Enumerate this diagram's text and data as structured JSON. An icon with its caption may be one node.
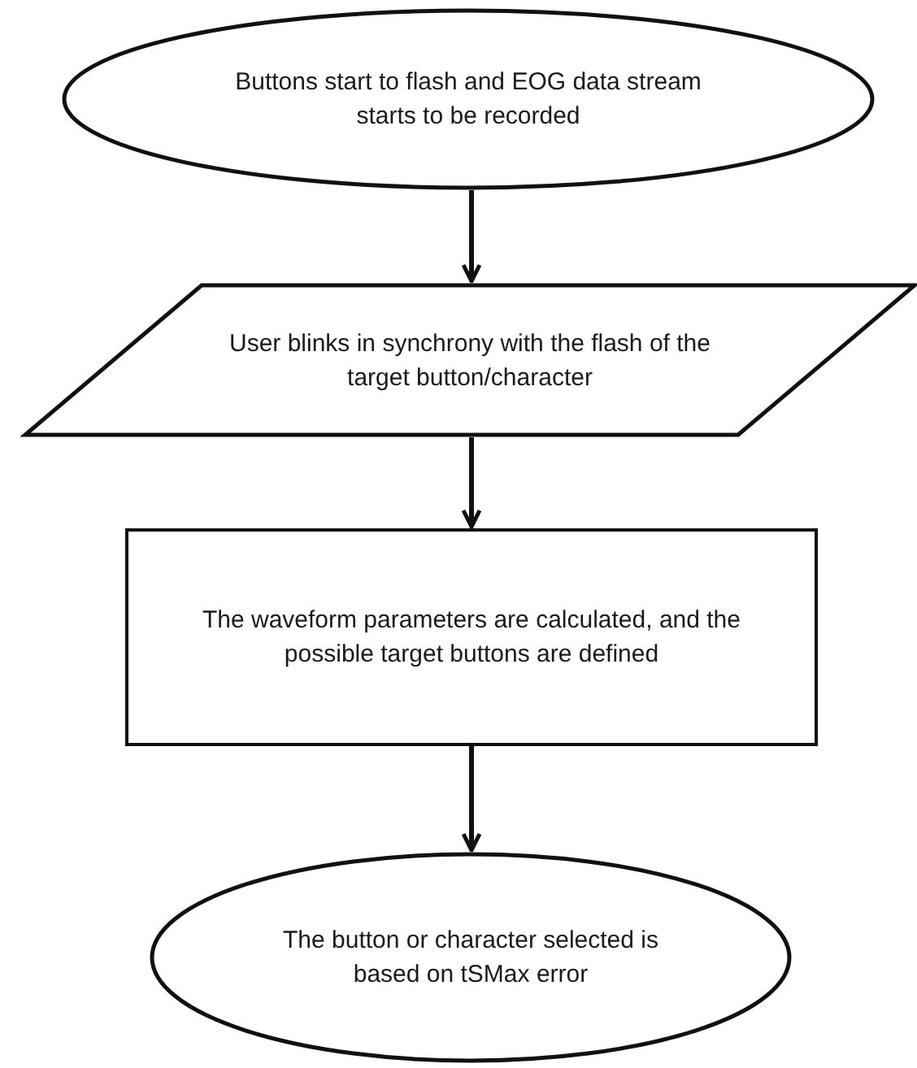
{
  "diagram": {
    "nodes": [
      {
        "text": [
          "Buttons start to flash and EOG data stream starts to be recorded"
        ]
      },
      {
        "text": [
          "User blinks in synchrony with the flash of the target button/character"
        ]
      },
      {
        "text": [
          "The waveform parameters are calculated, and the possible target buttons are defined"
        ]
      },
      {
        "text": [
          "The button or character selected is based on tSMax error"
        ]
      }
    ],
    "edges": [
      {
        "from": 0,
        "to": 1,
        "arrow": "to"
      },
      {
        "from": 1,
        "to": 2,
        "arrow": "to"
      },
      {
        "from": 2,
        "to": 3,
        "arrow": "to"
      }
    ]
  }
}
